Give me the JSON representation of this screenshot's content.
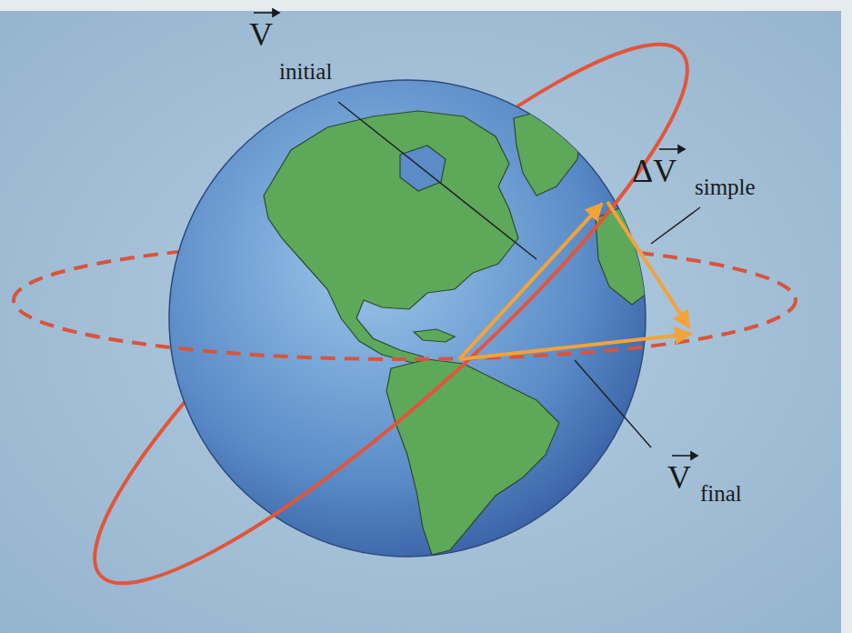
{
  "diagram": {
    "labels": [
      "V",
      "initial",
      "ΔV",
      "simple",
      "V",
      "final"
    ]
  }
}
